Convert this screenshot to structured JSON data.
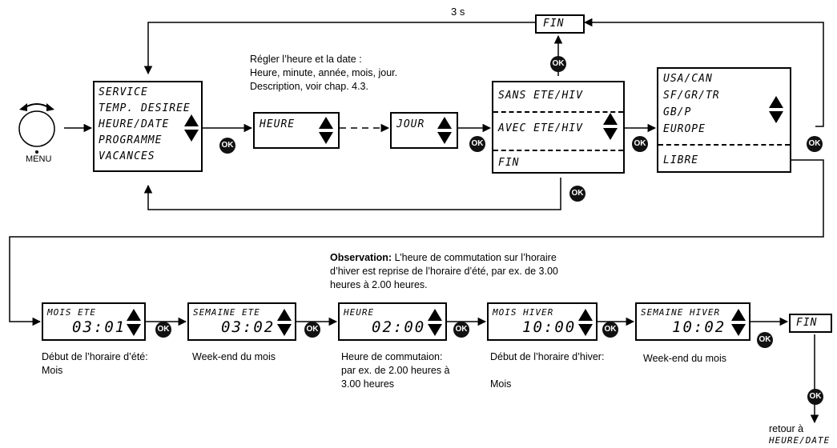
{
  "top_loop_label": "3 s",
  "fin_label": "FIN",
  "ok_label": "OK",
  "menu_label": "MENU",
  "set_time_note": [
    "Régler l’heure et la date :",
    "Heure, minute, année, mois, jour.",
    "Description, voir chap. 4.3."
  ],
  "service_menu": [
    "SERVICE",
    "TEMP. DESIREE",
    "HEURE/DATE",
    "PROGRAMME",
    "VACANCES"
  ],
  "heure_label": "HEURE",
  "jour_label": "JOUR",
  "dst_menu": [
    "SANS ETE/HIV",
    "AVEC ETE/HIV",
    "FIN"
  ],
  "region_menu": [
    "USA/CAN",
    "SF/GR/TR",
    "GB/P",
    "EUROPE",
    "LIBRE"
  ],
  "observation_title": "Observation:",
  "observation_text": [
    " L’heure de commutation sur l’horaire",
    "d’hiver est reprise de l’horaire d’été, par ex. de 3.00",
    "heures à 2.00 heures."
  ],
  "bottom_screens": [
    {
      "title": "MOIS ETE",
      "value": "03:01",
      "caption": [
        "Début de l’horaire d’été:",
        "Mois"
      ]
    },
    {
      "title": "SEMAINE ETE",
      "value": "03:02",
      "caption": [
        "Week-end du mois"
      ]
    },
    {
      "title": "HEURE",
      "value": "02:00",
      "caption": [
        "Heure de commutaion:",
        "par ex. de 2.00 heures à",
        "3.00 heures"
      ]
    },
    {
      "title": "MOIS HIVER",
      "value": "10:00",
      "caption": [
        "Début de l’horaire d’hiver:",
        "",
        "Mois"
      ]
    },
    {
      "title": "SEMAINE HIVER",
      "value": "10:02",
      "caption": [
        "Week-end du mois"
      ]
    }
  ],
  "return_note": [
    "retour à",
    "HEURE/DATE"
  ]
}
